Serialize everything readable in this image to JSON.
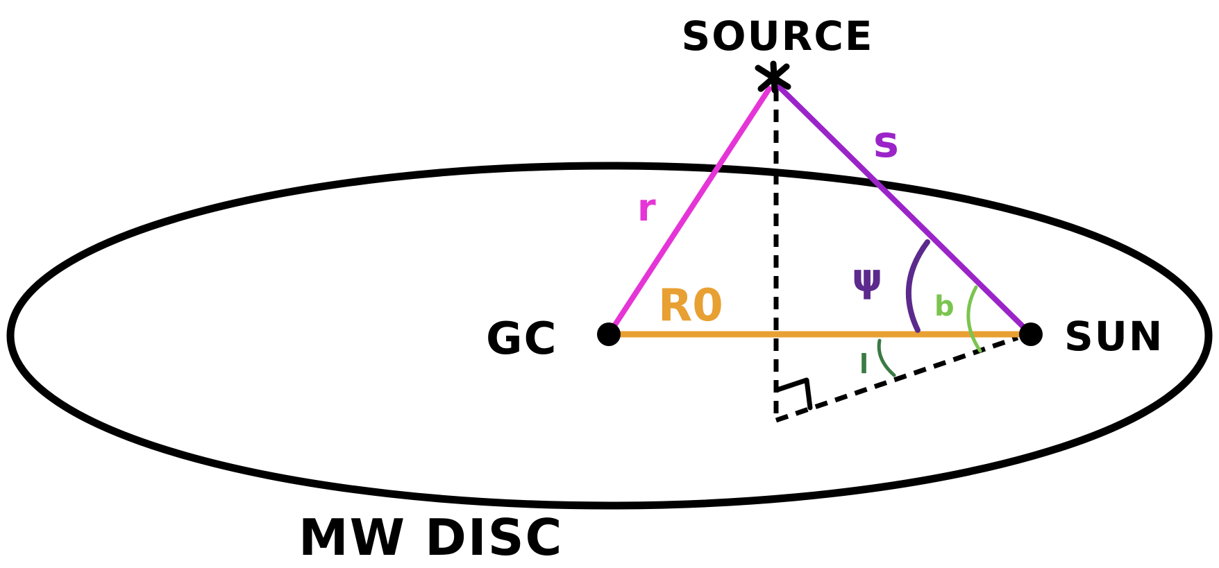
{
  "labels": {
    "source": "SOURCE",
    "gc": "GC",
    "sun": "SUN",
    "disc": "MW DISC",
    "r": "r",
    "r0": "R0",
    "s": "s",
    "psi": "ψ",
    "b": "b",
    "l": "l"
  },
  "colors": {
    "outline": "#000000",
    "r_line": "#e535d6",
    "s_line": "#9b24c8",
    "r0_line": "#e8a033",
    "psi": "#5b2a8c",
    "b": "#7bc44f",
    "l": "#3a7a43",
    "background": "#ffffff"
  }
}
